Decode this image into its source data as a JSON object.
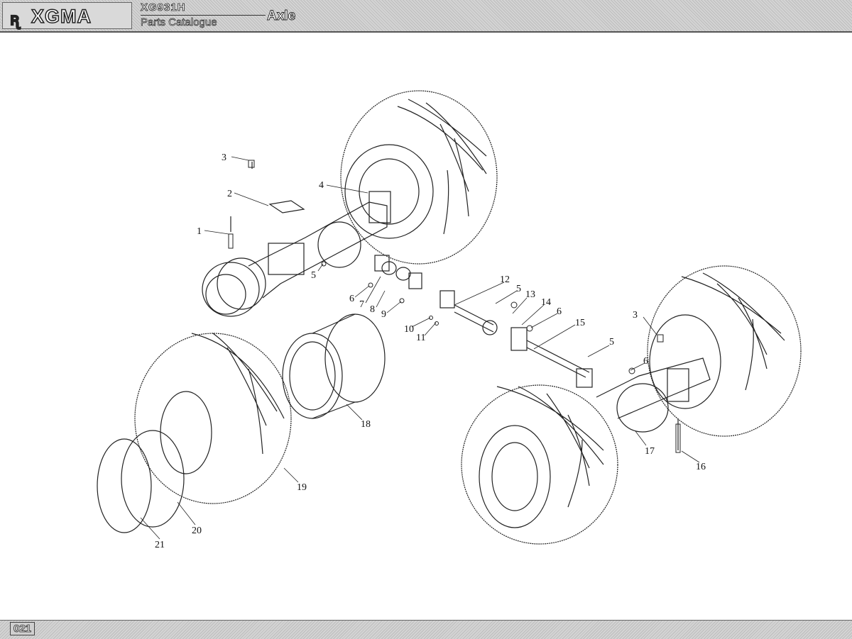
{
  "header": {
    "brand": "XGMA",
    "model": "XG931H",
    "subtitle": "Parts Catalogue",
    "section": "Axle"
  },
  "footer": {
    "page_number": "021"
  },
  "icons": {
    "logo": "xgma-logo-icon"
  },
  "callouts": [
    "1",
    "2",
    "3",
    "4",
    "5",
    "6",
    "7",
    "8",
    "9",
    "10",
    "11",
    "12",
    "13",
    "14",
    "15",
    "16",
    "17",
    "18",
    "19",
    "20",
    "21"
  ],
  "callouts_right": {
    "3": "3",
    "5a": "5",
    "5b": "5",
    "6a": "6",
    "6b": "6"
  }
}
